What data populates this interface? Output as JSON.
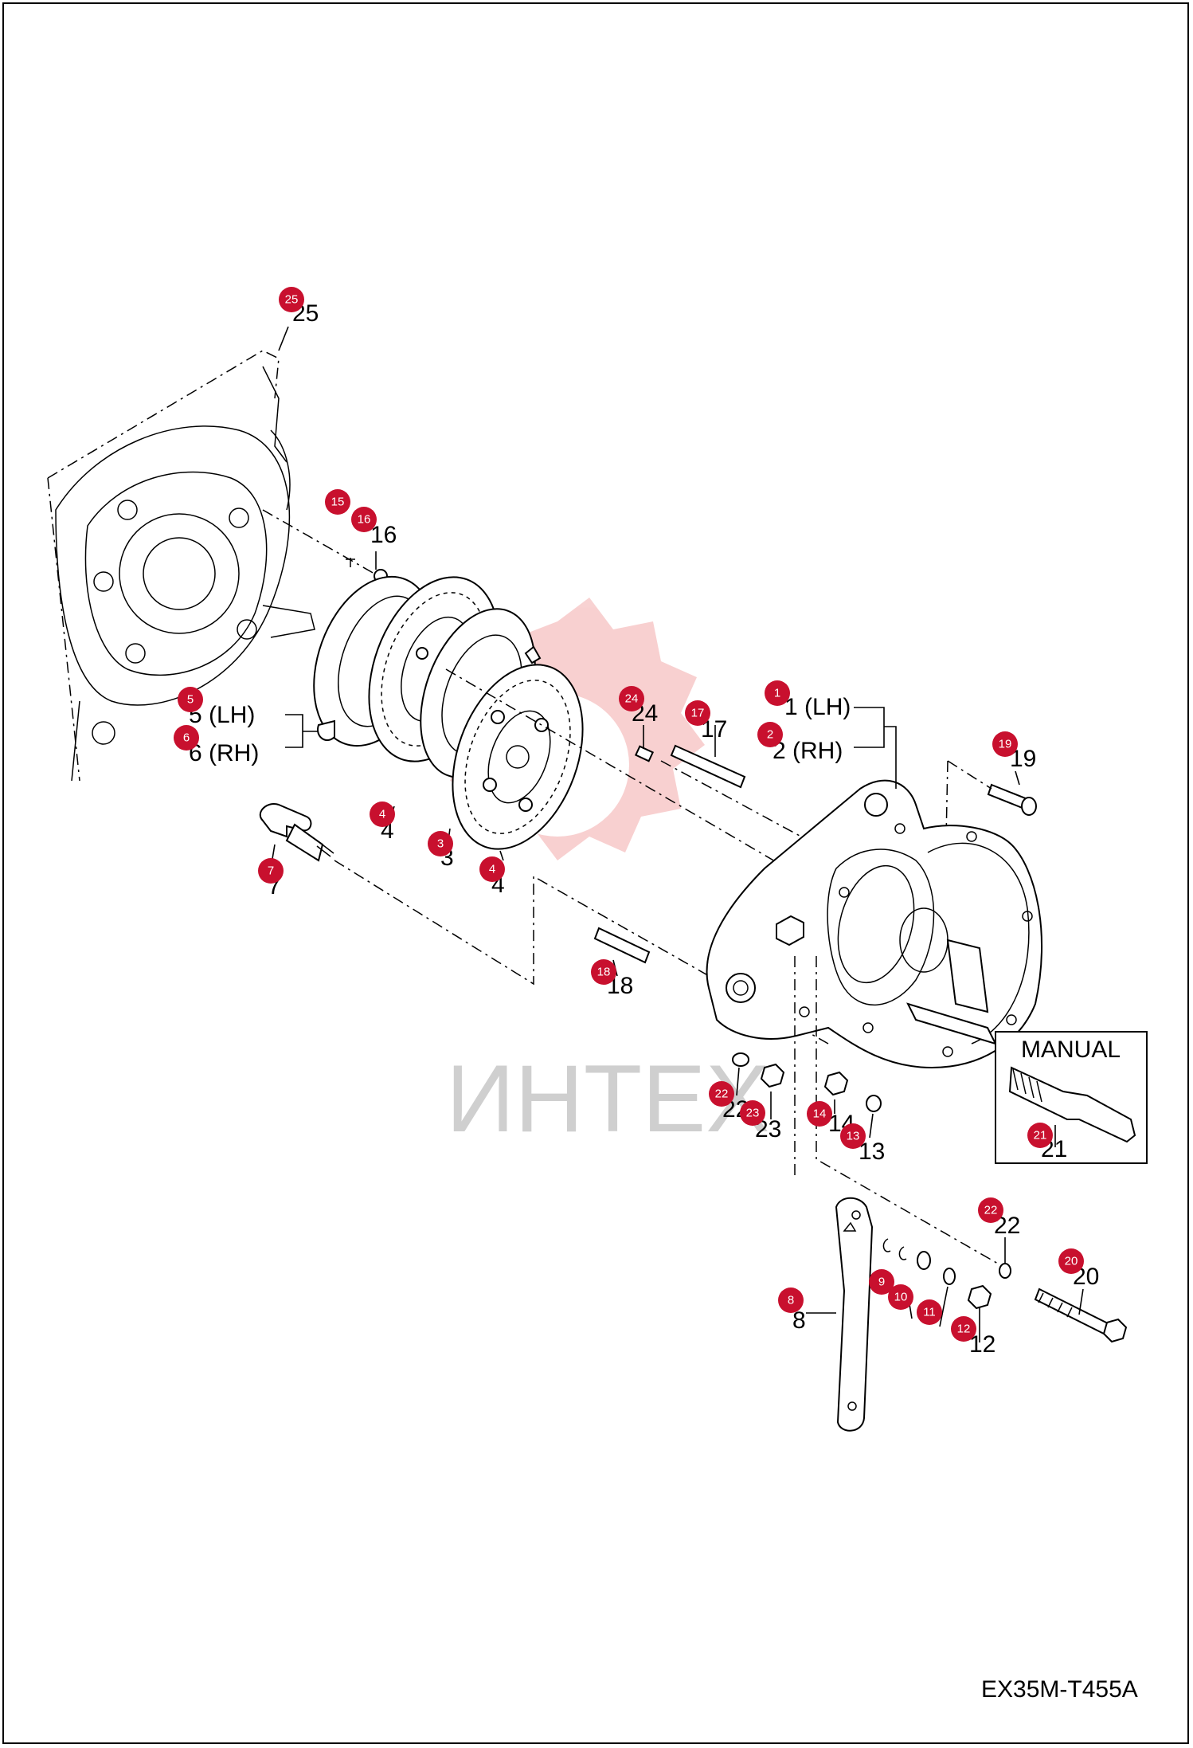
{
  "drawing_code": "EX35M-T455A",
  "watermark": "ИНТЕХ",
  "inset_title": "MANUAL",
  "colors": {
    "marker": "#c8102e",
    "watermark": "#e03030",
    "line": "#000000"
  },
  "labels": {
    "l25": "25",
    "l16": "16",
    "l5": "5 (LH)",
    "l6": "6 (RH)",
    "l4a": "4",
    "l3": "3",
    "l4b": "4",
    "l7": "7",
    "l24": "24",
    "l17": "17",
    "l1": "1 (LH)",
    "l2": "2 (RH)",
    "l19": "19",
    "l18": "18",
    "l22a": "22",
    "l23": "23",
    "l14": "14",
    "l13": "13",
    "l21": "21",
    "l22b": "22",
    "l20": "20",
    "l8": "8",
    "l12": "12"
  },
  "markers": [
    "25",
    "15",
    "16",
    "5",
    "6",
    "4",
    "3",
    "4",
    "7",
    "24",
    "17",
    "1",
    "2",
    "19",
    "18",
    "22",
    "23",
    "14",
    "13",
    "21",
    "22",
    "20",
    "8",
    "9",
    "10",
    "11",
    "12"
  ]
}
